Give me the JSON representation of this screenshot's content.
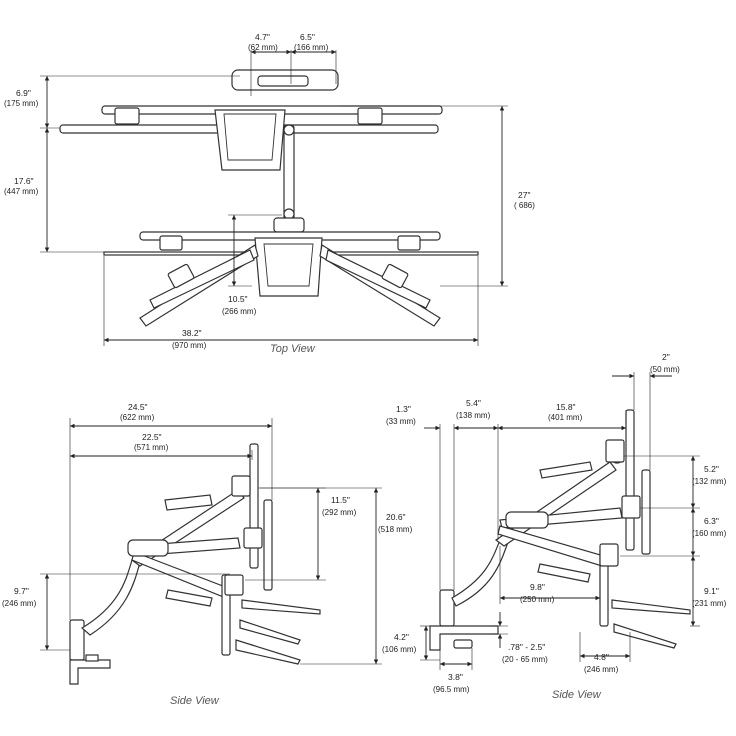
{
  "views": {
    "top": "Top View",
    "side_left": "Side View",
    "side_right": "Side View"
  },
  "top": {
    "d1": {
      "in": "4.7\"",
      "mm": "(62 mm)"
    },
    "d2": {
      "in": "6.5\"",
      "mm": "(166 mm)"
    },
    "d3": {
      "in": "6.9\"",
      "mm": "(175 mm)"
    },
    "d4": {
      "in": "17.6\"",
      "mm": "(447 mm)"
    },
    "d5": {
      "in": "27\"",
      "mm": "( 686)"
    },
    "d6": {
      "in": "10.5\"",
      "mm": "(266 mm)"
    },
    "d7": {
      "in": "38.2\"",
      "mm": "(970 mm)"
    }
  },
  "left": {
    "d1": {
      "in": "24.5\"",
      "mm": "(622 mm)"
    },
    "d2": {
      "in": "22.5\"",
      "mm": "(571 mm)"
    },
    "d3": {
      "in": "11.5\"",
      "mm": "(292 mm)"
    },
    "d4": {
      "in": "20.6\"",
      "mm": "(518 mm)"
    },
    "d5": {
      "in": "9.7\"",
      "mm": "(246 mm)"
    }
  },
  "right": {
    "d1": {
      "in": "1.3\"",
      "mm": "(33  mm)"
    },
    "d2": {
      "in": "5.4\"",
      "mm": "(138 mm)"
    },
    "d3": {
      "in": "15.8\"",
      "mm": "(401 mm)"
    },
    "d4": {
      "in": "2\"",
      "mm": "(50 mm)"
    },
    "d5": {
      "in": "5.2\"",
      "mm": "(132 mm)"
    },
    "d6": {
      "in": "6.3\"",
      "mm": "(160 mm)"
    },
    "d7": {
      "in": "9.8\"",
      "mm": "(250 mm)"
    },
    "d8": {
      "in": "9.1\"",
      "mm": "(231 mm)"
    },
    "d9": {
      "in": "4.2\"",
      "mm": "(106 mm)"
    },
    "d10": {
      "in": ".78\" - 2.5\"",
      "mm": "(20 - 65 mm)"
    },
    "d11": {
      "in": "4.8\"",
      "mm": "(246 mm)"
    },
    "d12": {
      "in": "3.8\"",
      "mm": "(96.5 mm)"
    }
  }
}
